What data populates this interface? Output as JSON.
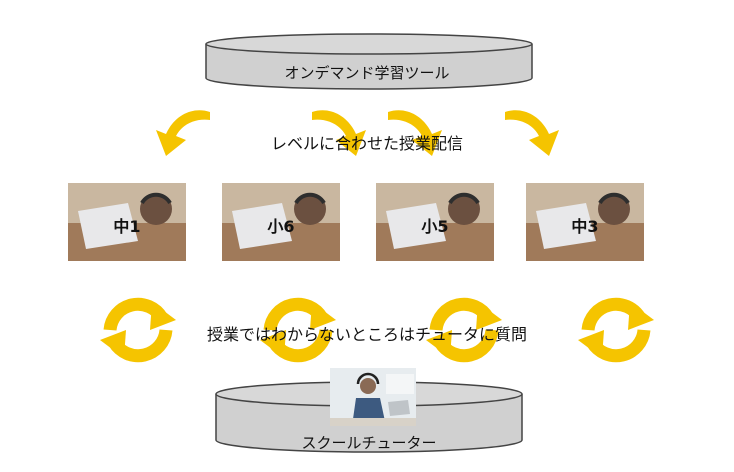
{
  "top_cylinder": {
    "label": "オンデマンド学習ツール"
  },
  "delivery_caption": "レベルに合わせた授業配信",
  "grades": [
    "中1",
    "小6",
    "小5",
    "中3"
  ],
  "question_caption": "授業ではわからないところはチュータに質問",
  "bottom_cylinder": {
    "label": "スクールチューター"
  },
  "colors": {
    "arrow": "#f5c400",
    "cylinder_fill": "#d0d0d0",
    "cylinder_stroke": "#444444"
  }
}
